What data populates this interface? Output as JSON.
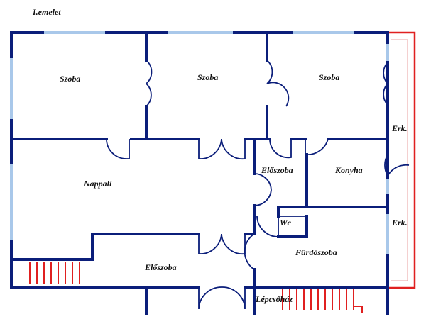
{
  "title": "I.emelet",
  "rooms": {
    "szoba_1": "Szoba",
    "szoba_2": "Szoba",
    "szoba_3": "Szoba",
    "nappali": "Nappali",
    "eloszoba_upper": "Előszoba",
    "konyha": "Konyha",
    "wc": "Wc",
    "furdoszoba": "Fürdőszoba",
    "eloszoba_lower": "Előszoba",
    "erkely_1": "Erk.",
    "erkely_2": "Erk.",
    "lepcsohaz": "Lépcsőház"
  },
  "colors": {
    "wall": "#0b1e7a",
    "window": "#a9c8ea",
    "balcony": "#e02020",
    "stair": "#e02020",
    "label": "#111111"
  }
}
